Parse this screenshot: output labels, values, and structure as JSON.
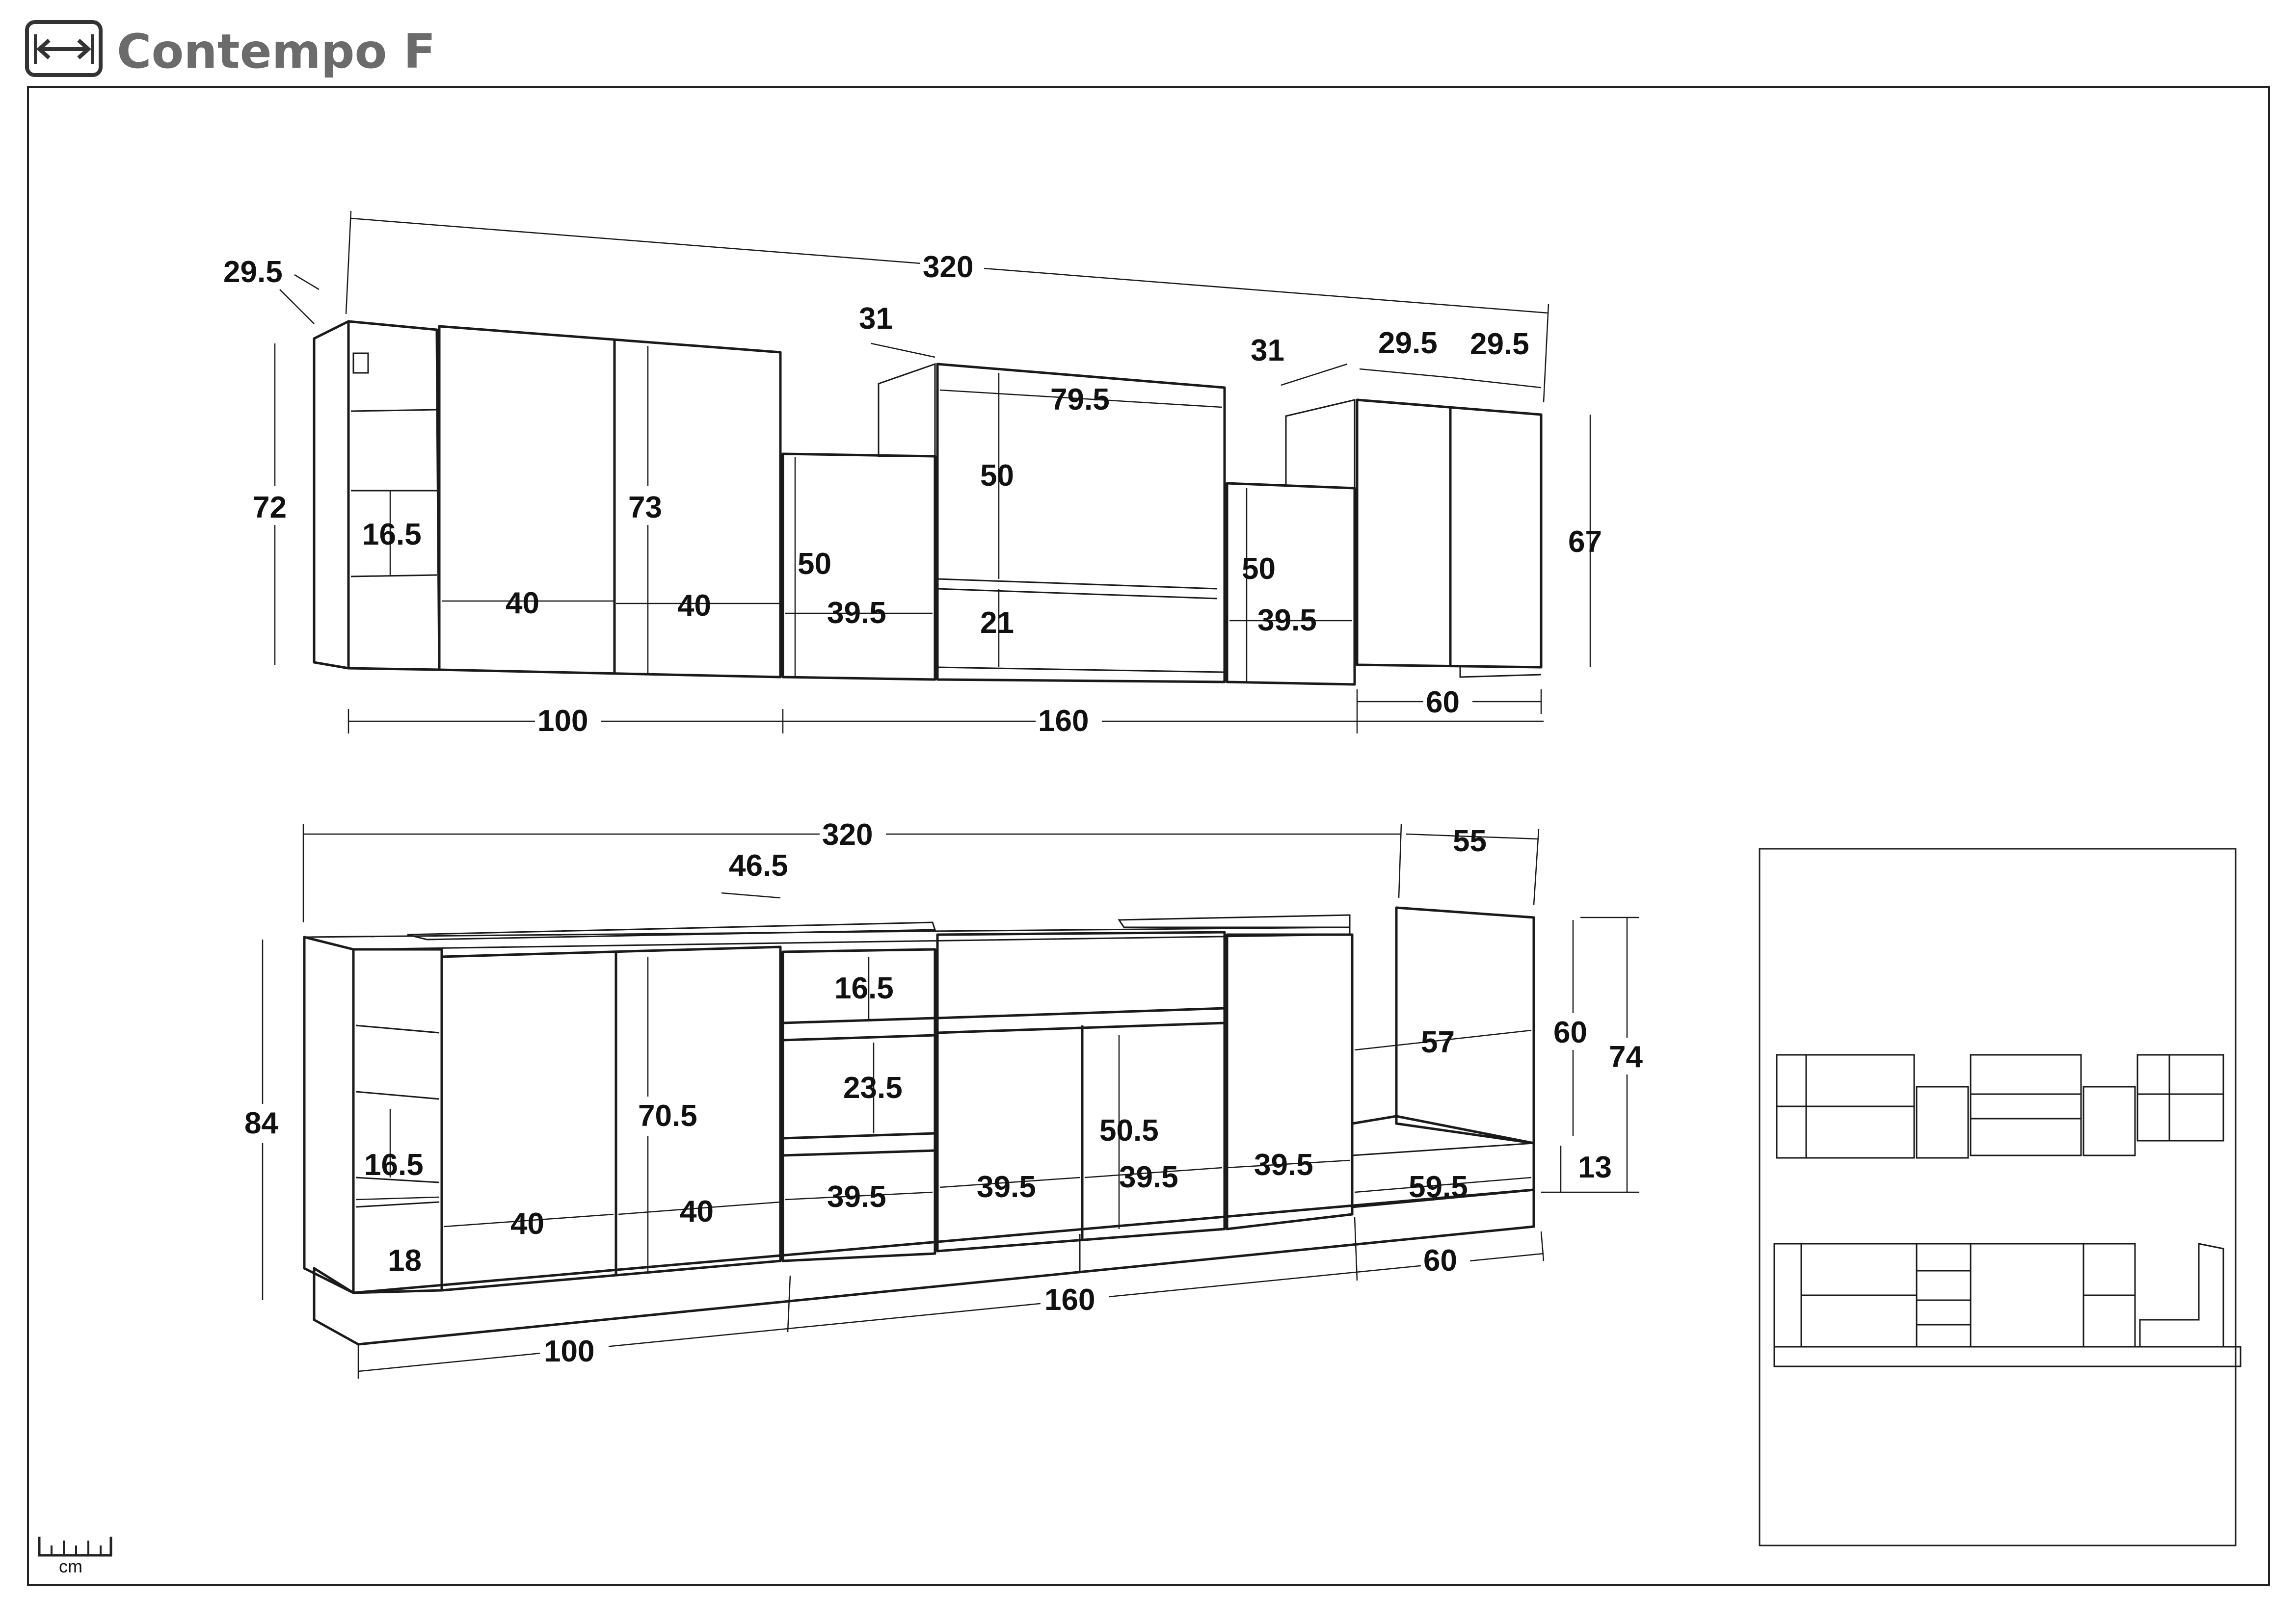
{
  "header": {
    "title": "Contempo F",
    "icon": "width-measure-icon"
  },
  "footer": {
    "scale_unit": "cm",
    "icon": "ruler-icon"
  },
  "top_view": {
    "dims": {
      "overall_width": "320",
      "depth_left": "29.5",
      "depth_mid": "31",
      "depth_right_a": "31",
      "depth_right_b": "29.5",
      "depth_right_c": "29.5",
      "height_left": "72",
      "shelf_gap": "16.5",
      "door_w1": "40",
      "door_w2": "40",
      "door_height": "73",
      "low_height_a": "50",
      "low_width_a": "39.5",
      "open_width": "79.5",
      "open_height": "50",
      "open_bottom": "21",
      "low_height_b": "50",
      "low_width_b": "39.5",
      "height_right": "67",
      "section_left": "100",
      "section_mid": "160",
      "section_right": "60"
    }
  },
  "bottom_view": {
    "dims": {
      "overall_width": "320",
      "side_depth": "55",
      "top_depth": "46.5",
      "height_total": "84",
      "shelf_gap": "16.5",
      "base_gap": "18",
      "door_w1": "40",
      "door_w2": "40",
      "door_height": "70.5",
      "drawer_top": "16.5",
      "drawer_mid": "23.5",
      "drawer_width": "39.5",
      "door_w3": "39.5",
      "door_height_mid": "50.5",
      "door_w4": "39.5",
      "door_w5": "39.5",
      "bench_height": "57",
      "panel_height": "60",
      "height_right": "74",
      "bench_width": "59.5",
      "plinth": "13",
      "section_left": "100",
      "section_mid": "160",
      "section_right": "60"
    }
  },
  "inset": {
    "label": ""
  }
}
